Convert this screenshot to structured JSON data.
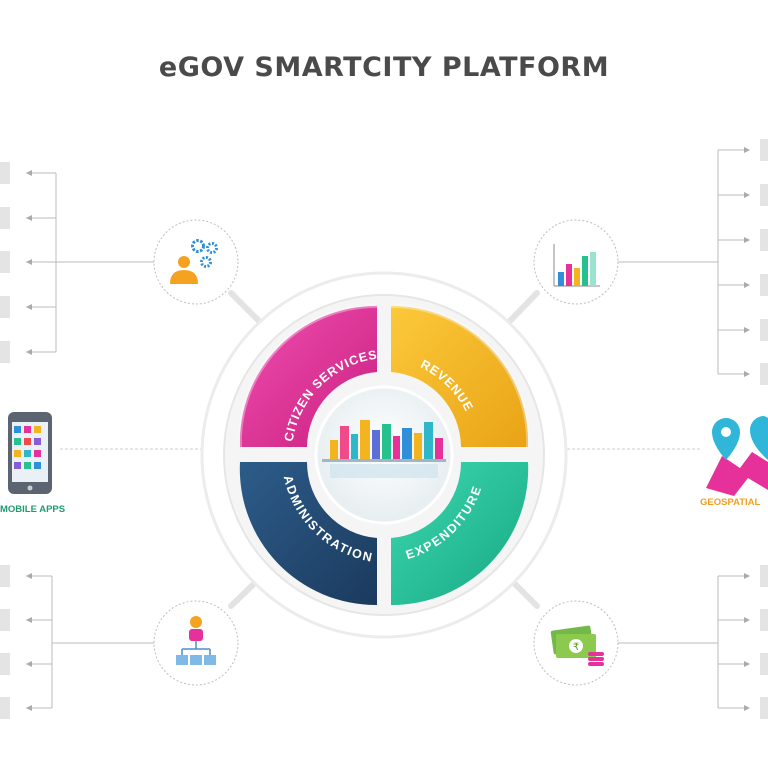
{
  "page": {
    "title": "eGOV SMARTCITY PLATFORM"
  },
  "segments": [
    {
      "label": "CITIZEN SERVICES",
      "color": "#e6309a"
    },
    {
      "label": "REVENUE",
      "color": "#f4b41f"
    },
    {
      "label": "ADMINISTRATION",
      "color": "#234a73"
    },
    {
      "label": "EXPENDITURE",
      "color": "#22c39a"
    }
  ],
  "side_labels": {
    "left": "MOBILE APPS",
    "right": "GEOSPATIAL"
  },
  "icons": {
    "top_left": "user-gears-icon",
    "top_right": "bar-chart-icon",
    "bottom_left": "org-hierarchy-icon",
    "bottom_right": "rupee-money-icon",
    "center": "city-skyline-icon",
    "left": "mobile-phone-icon",
    "right": "map-pin-icon"
  },
  "colors": {
    "mobile_label": "#1e9c6e",
    "geospatial_label": "#f0a020",
    "title": "#4a4a4a"
  }
}
